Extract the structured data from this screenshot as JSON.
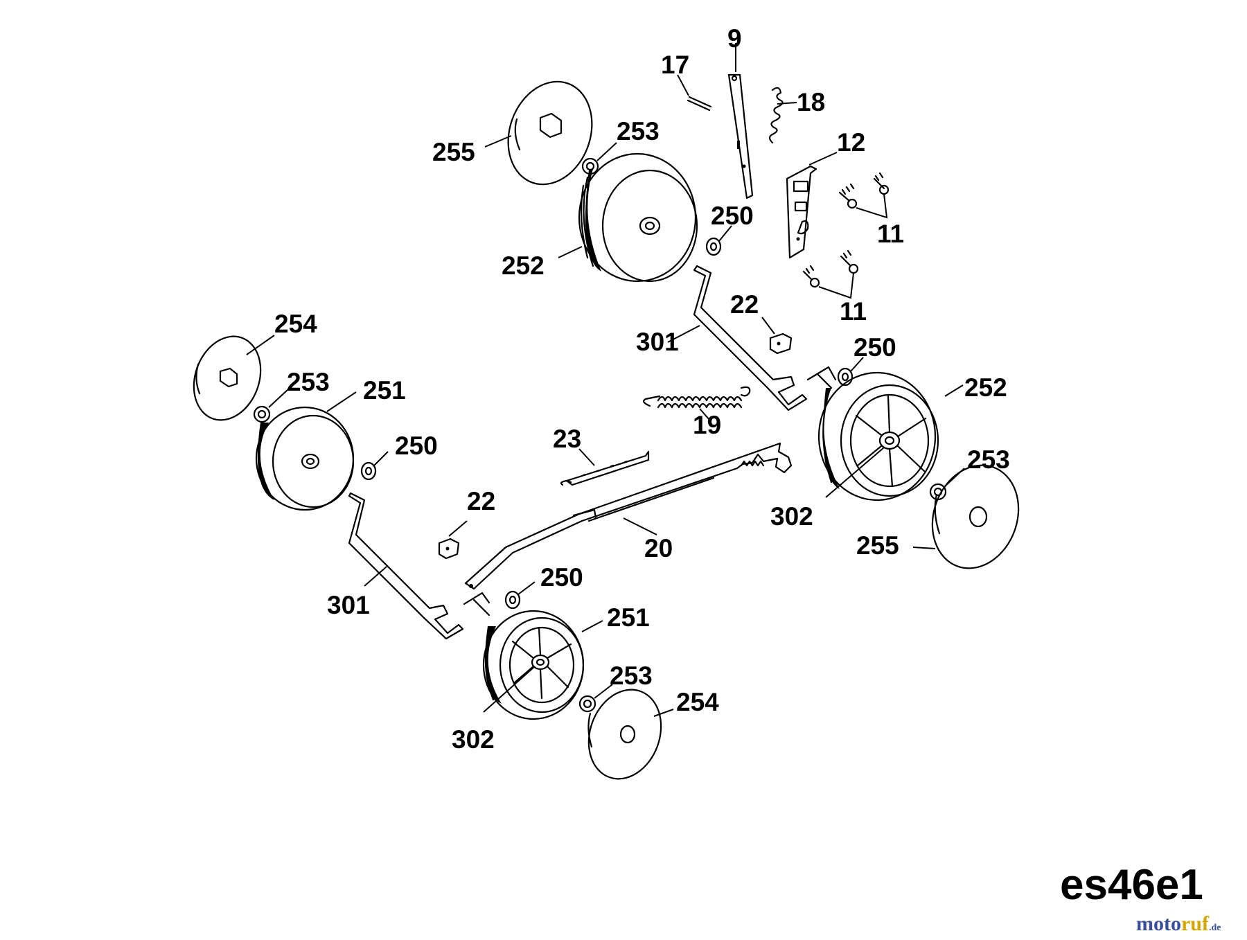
{
  "diagram": {
    "code": "es46e1",
    "watermark": {
      "brand": "motoruf",
      "suffix": ".de",
      "colors": {
        "moto": "#3a4f9c",
        "ruf": "#d6a600"
      }
    },
    "labels": [
      {
        "id": "l9",
        "text": "9"
      },
      {
        "id": "l17",
        "text": "17"
      },
      {
        "id": "l18",
        "text": "18"
      },
      {
        "id": "l12",
        "text": "12"
      },
      {
        "id": "l11a",
        "text": "11"
      },
      {
        "id": "l11b",
        "text": "11"
      },
      {
        "id": "l255a",
        "text": "255"
      },
      {
        "id": "l253a",
        "text": "253"
      },
      {
        "id": "l250a",
        "text": "250"
      },
      {
        "id": "l252a",
        "text": "252"
      },
      {
        "id": "l22a",
        "text": "22"
      },
      {
        "id": "l301a",
        "text": "301"
      },
      {
        "id": "l250b",
        "text": "250"
      },
      {
        "id": "l252b",
        "text": "252"
      },
      {
        "id": "l254a",
        "text": "254"
      },
      {
        "id": "l253b",
        "text": "253"
      },
      {
        "id": "l251a",
        "text": "251"
      },
      {
        "id": "l250c",
        "text": "250"
      },
      {
        "id": "l19",
        "text": "19"
      },
      {
        "id": "l23",
        "text": "23"
      },
      {
        "id": "l253c",
        "text": "253"
      },
      {
        "id": "l302a",
        "text": "302"
      },
      {
        "id": "l22b",
        "text": "22"
      },
      {
        "id": "l20",
        "text": "20"
      },
      {
        "id": "l255b",
        "text": "255"
      },
      {
        "id": "l250d",
        "text": "250"
      },
      {
        "id": "l301b",
        "text": "301"
      },
      {
        "id": "l251b",
        "text": "251"
      },
      {
        "id": "l253d",
        "text": "253"
      },
      {
        "id": "l254b",
        "text": "254"
      },
      {
        "id": "l302b",
        "text": "302"
      }
    ]
  }
}
